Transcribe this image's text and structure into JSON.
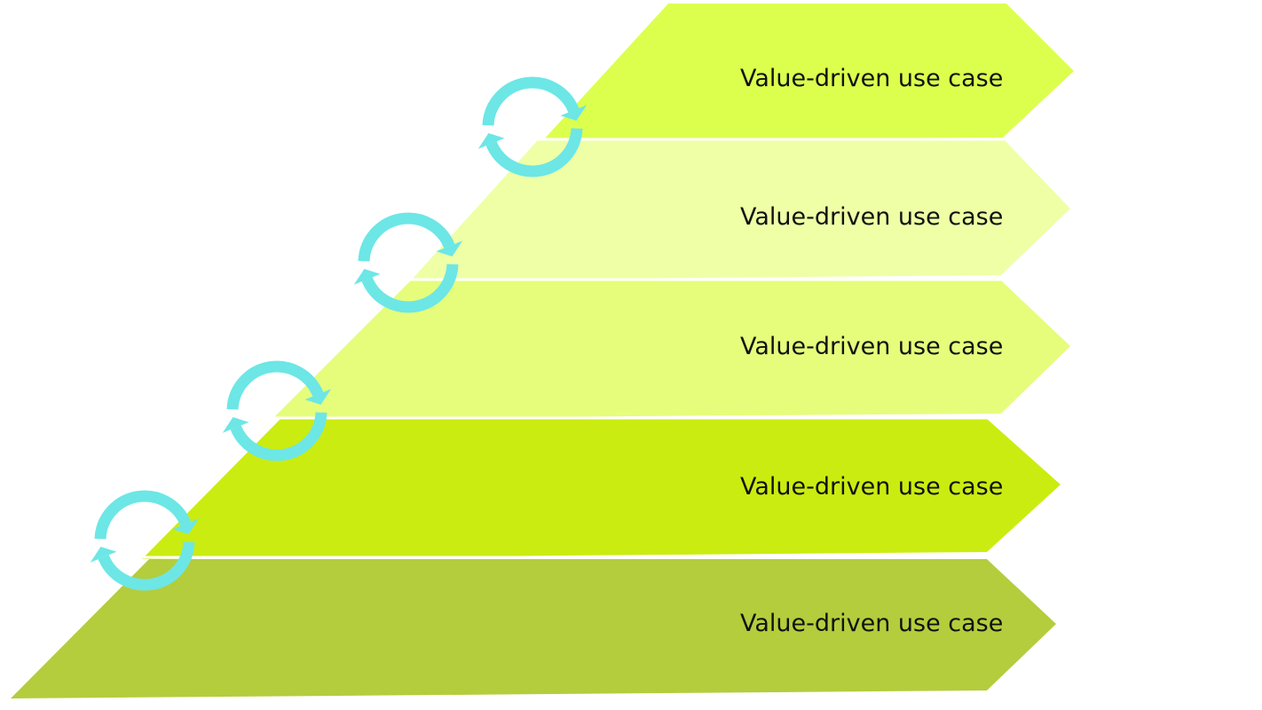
{
  "diagram": {
    "bands": [
      {
        "label": "Value-driven use case",
        "color": "#dcff4e"
      },
      {
        "label": "Value-driven use case",
        "color": "#eeffa6"
      },
      {
        "label": "Value-driven use case",
        "color": "#e5fd7b"
      },
      {
        "label": "Value-driven use case",
        "color": "#cbec10"
      },
      {
        "label": "Value-driven use case",
        "color": "#b3cd3d"
      }
    ],
    "cycle_icons": [
      {
        "icon": "refresh-cycle-icon",
        "color": "#6de6e6"
      },
      {
        "icon": "refresh-cycle-icon",
        "color": "#6de6e6"
      },
      {
        "icon": "refresh-cycle-icon",
        "color": "#6de6e6"
      },
      {
        "icon": "refresh-cycle-icon",
        "color": "#6de6e6"
      }
    ]
  }
}
